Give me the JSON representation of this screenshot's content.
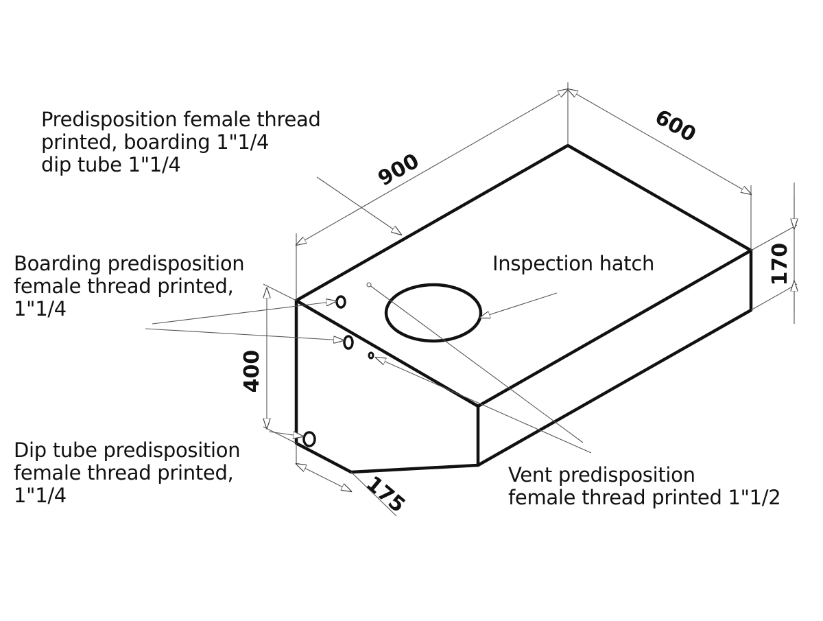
{
  "labels": {
    "top_note": [
      "Predisposition female thread",
      "printed, boarding 1\"1/4",
      "dip tube 1\"1/4"
    ],
    "boarding_note": [
      "Boarding predisposition",
      "female thread printed,",
      "1\"1/4"
    ],
    "dip_tube_note": [
      "Dip tube predisposition",
      "female thread printed,",
      "1\"1/4"
    ],
    "vent_note": [
      "Vent predisposition",
      "female thread printed 1\"1/2"
    ],
    "inspection_hatch": "Inspection hatch"
  },
  "dimensions": {
    "length": "900",
    "width": "600",
    "height_rear": "170",
    "height_front": "400",
    "bottom_chamfer": "175"
  },
  "colors": {
    "outline": "#111111",
    "leader": "#555555",
    "background": "#ffffff"
  }
}
